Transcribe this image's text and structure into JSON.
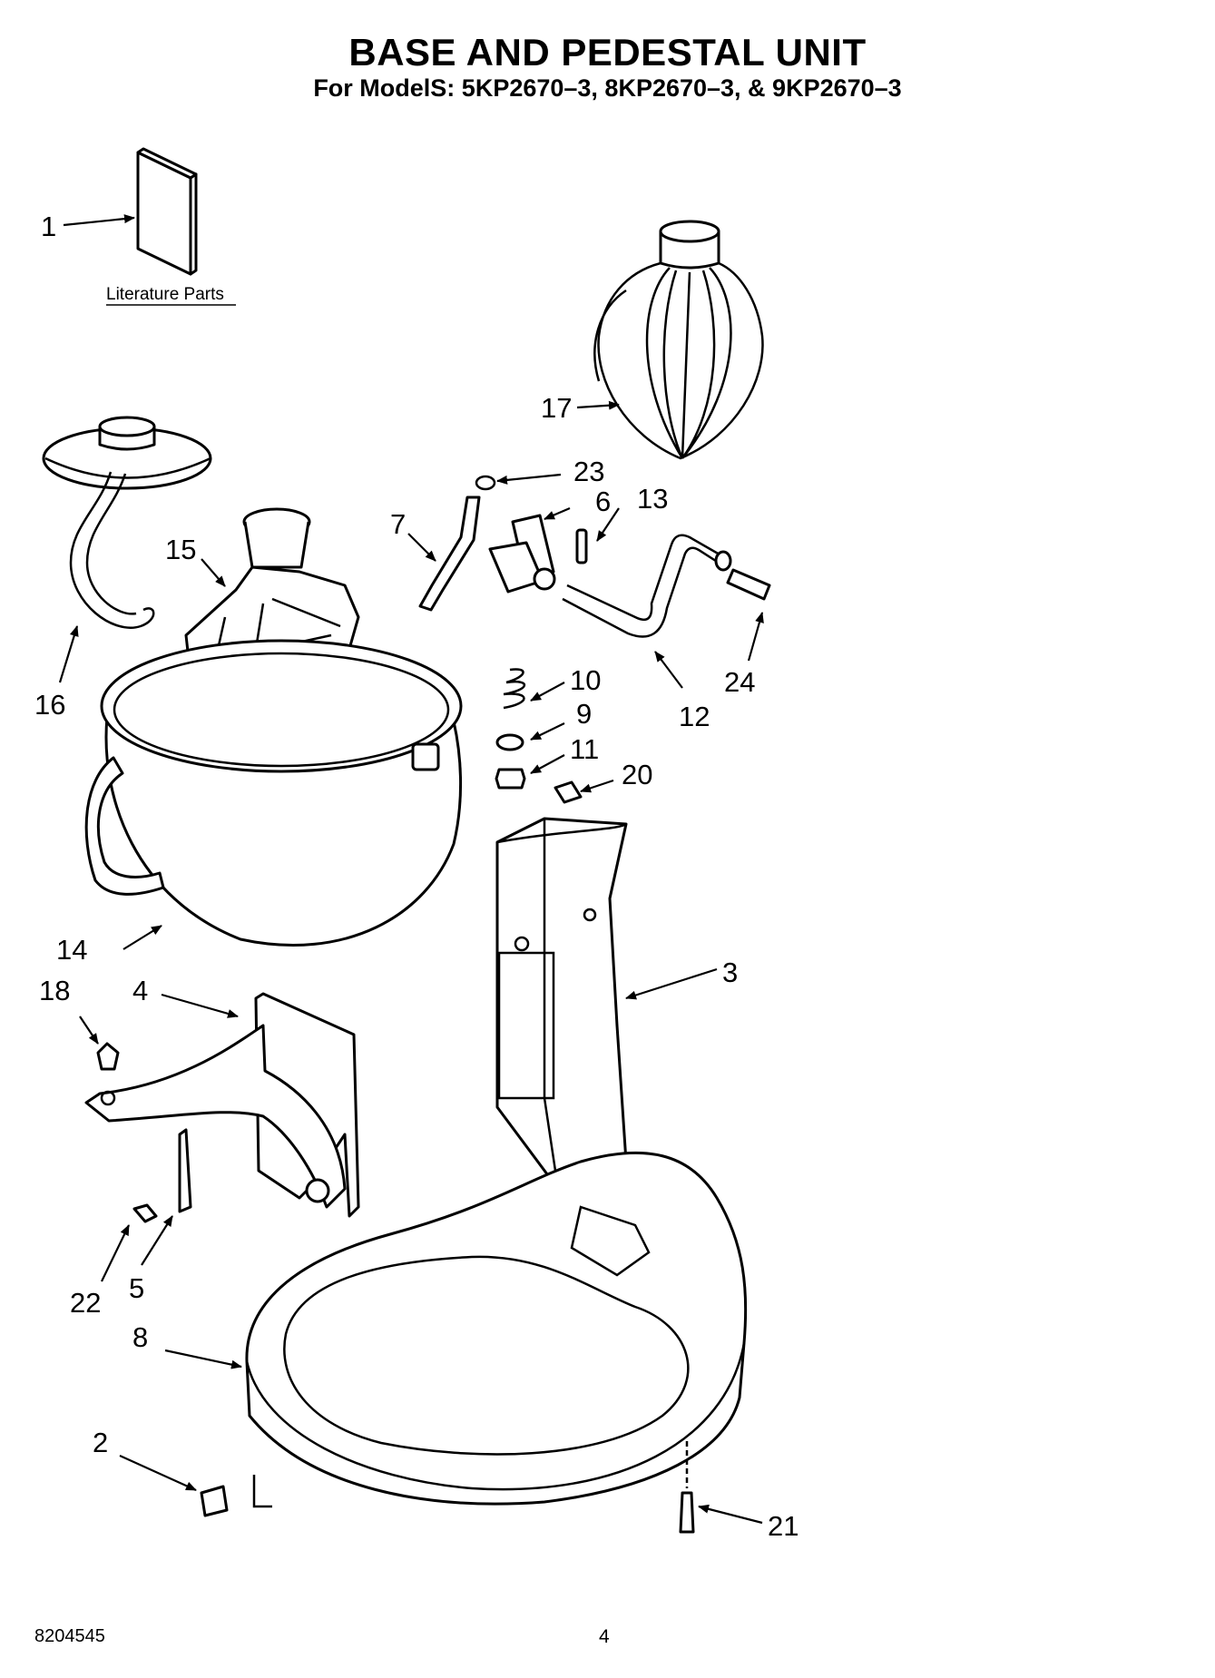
{
  "header": {
    "title": "BASE AND PEDESTAL UNIT",
    "subtitle": "For ModelS: 5KP2670–3, 8KP2670–3, & 9KP2670–3"
  },
  "literature_label": "Literature Parts",
  "callouts": {
    "c1": "1",
    "c2": "2",
    "c3": "3",
    "c4": "4",
    "c5": "5",
    "c6": "6",
    "c7": "7",
    "c8": "8",
    "c9": "9",
    "c10": "10",
    "c11": "11",
    "c12": "12",
    "c13": "13",
    "c14": "14",
    "c15": "15",
    "c16": "16",
    "c17": "17",
    "c18": "18",
    "c20": "20",
    "c21": "21",
    "c22": "22",
    "c23": "23",
    "c24": "24"
  },
  "footer": {
    "doc_number": "8204545",
    "page": "4"
  }
}
